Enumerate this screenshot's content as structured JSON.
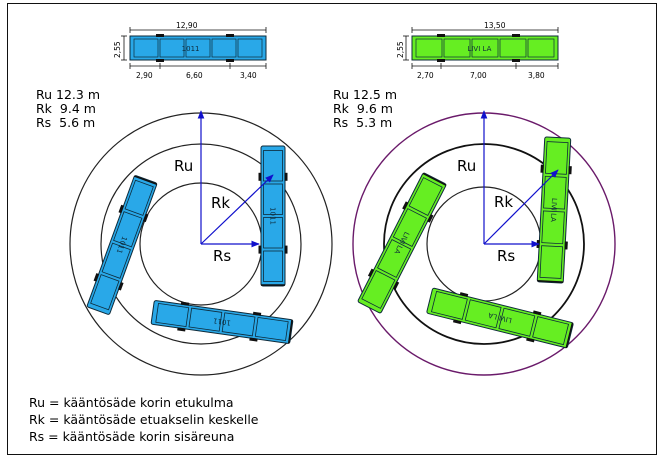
{
  "left": {
    "stats": [
      {
        "sym": "Ru",
        "val": "12.3 m"
      },
      {
        "sym": "Rk",
        "val": " 9.4 m"
      },
      {
        "sym": "Rs",
        "val": " 5.6 m"
      }
    ],
    "bus_label": "1011",
    "dims": {
      "length": "12,90",
      "height": "2,55",
      "front": "2,90",
      "wheelbase": "6,60",
      "rear": "3,40"
    },
    "radius_labels": {
      "ru": "Ru",
      "rk": "Rk",
      "rs": "Rs"
    },
    "color": "#29a8e8"
  },
  "right": {
    "stats": [
      {
        "sym": "Ru",
        "val": "12.5 m"
      },
      {
        "sym": "Rk",
        "val": " 9.6 m"
      },
      {
        "sym": "Rs",
        "val": " 5.3 m"
      }
    ],
    "bus_label": "LIVI LA",
    "dims": {
      "length": "13,50",
      "height": "2,55",
      "front": "2,70",
      "wheelbase": "7,00",
      "rear": "3,80"
    },
    "radius_labels": {
      "ru": "Ru",
      "rk": "Rk",
      "rs": "Rs"
    },
    "color": "#66ee22",
    "outer_ring_color": "#6a1a6a"
  },
  "legend": [
    "Ru = kääntösäde korin etukulma",
    "Rk = kääntösäde etuakselin keskelle",
    "Rs = kääntösäde korin sisäreuna"
  ]
}
